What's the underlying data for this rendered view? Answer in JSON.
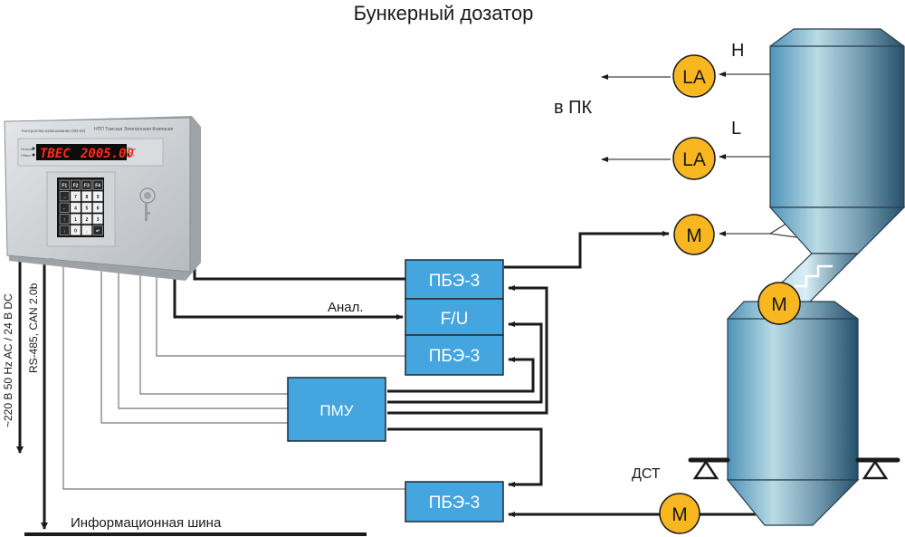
{
  "title": "Бункерный дозатор",
  "colors": {
    "block_fill": "#45a5df",
    "block_stroke": "#1f2a33",
    "motor_fill": "#f8b720",
    "wire": "#1a1a1a",
    "thin_wire": "#666666",
    "silo_dark": "#2c5a75",
    "silo_light": "#b9dbe6",
    "display_digits": "#ff2a1a"
  },
  "controller": {
    "model_label": "Контроллер взвешивания (КВ-03)",
    "maker_label": "НПП Томская Электронная Компания",
    "display_left": "TBEC",
    "display_right": "2005.00",
    "indicator_left": [
      "Питание",
      "Обмен"
    ],
    "indicator_right": [
      "кг",
      "т"
    ],
    "keypad": [
      [
        "F1",
        "F2",
        "F3",
        "F4"
      ],
      [
        "→",
        "7",
        "8",
        "9"
      ],
      [
        "←",
        "4",
        "5",
        "6"
      ],
      [
        "↑",
        "1",
        "2",
        "3"
      ],
      [
        "↓",
        "0",
        ".",
        "↵"
      ]
    ]
  },
  "side_labels": {
    "power": "~220 В 50 Hz AC / 24 В DC",
    "interface": "RS-485, CAN 2.0b"
  },
  "bus_label": "Информационная шина",
  "analog_label": "Анал.",
  "pc_label": "в ПК",
  "blocks": {
    "pbe_top": "ПБЭ-3",
    "fu": "F/U",
    "pbe_mid": "ПБЭ-3",
    "pmu": "ПМУ",
    "pbe_bottom": "ПБЭ-3"
  },
  "sensors": {
    "level_high": {
      "tag": "H",
      "label": "LA"
    },
    "level_low": {
      "tag": "L",
      "label": "LA"
    }
  },
  "motors": {
    "upper_gate": "M",
    "transfer": "M",
    "discharge": "M"
  },
  "scale_label": "ДСТ"
}
